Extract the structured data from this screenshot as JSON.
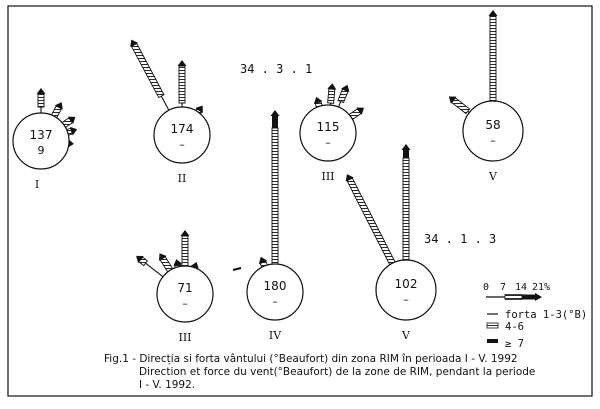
{
  "stations": [
    {
      "number": "137",
      "calm": "9",
      "month": "I"
    },
    {
      "number": "174",
      "calm": "–",
      "month": "II"
    },
    {
      "number": "115",
      "calm": "–",
      "month": "III"
    },
    {
      "number": "58",
      "calm": "–",
      "month": "V"
    },
    {
      "number": "71",
      "calm": "–",
      "month": "III"
    },
    {
      "number": "180",
      "calm": "–",
      "month": "IV"
    },
    {
      "number": "102",
      "calm": "–",
      "month": "V"
    }
  ],
  "group_labels": {
    "top": "34 . 3 . 1",
    "bottom": "34 . 1 . 3"
  },
  "legend": {
    "scale_ticks": [
      "0",
      "7",
      "14",
      "21%"
    ],
    "items": [
      {
        "symbol": "line",
        "label": "forta 1-3(°B)"
      },
      {
        "symbol": "hatched",
        "label": "4-6"
      },
      {
        "symbol": "solid",
        "label": "≥ 7"
      }
    ]
  },
  "caption": {
    "line1": "Fig.1 - Direcția si forta vântului (°Beaufort) din zona RIM în perioada  I - V. 1992",
    "line2": "Direction et force du vent(°Beaufort) de la zone de RIM, pendant la periode",
    "line3": "I - V. 1992."
  },
  "colors": {
    "ink": "#111111",
    "paper": "#ffffff"
  }
}
